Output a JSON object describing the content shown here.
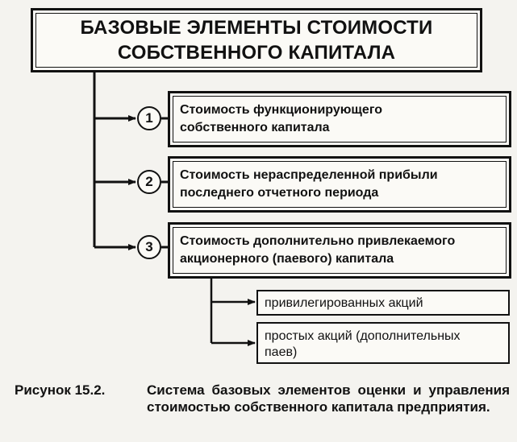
{
  "title": {
    "line1": "БАЗОВЫЕ ЭЛЕМЕНТЫ СТОИМОСТИ",
    "line2": "СОБСТВЕННОГО КАПИТАЛА"
  },
  "elements": [
    {
      "number": "1",
      "line1": "Стоимость функционирующего",
      "line2": "собственного капитала"
    },
    {
      "number": "2",
      "line1": "Стоимость нераспределенной прибыли",
      "line2": "последнего отчетного периода"
    },
    {
      "number": "3",
      "line1": "Стоимость дополнительно привлекаемого",
      "line2": "акционерного (паевого) капитала"
    }
  ],
  "sub_elements": [
    {
      "line1": "привилегированных акций",
      "line2": ""
    },
    {
      "line1": "простых акций (дополнительных",
      "line2": "паев)"
    }
  ],
  "caption": {
    "label": "Рисунок 15.2.",
    "text": "Система базовых элементов оценки и управления стоимостью собственного капитала предприятия."
  }
}
